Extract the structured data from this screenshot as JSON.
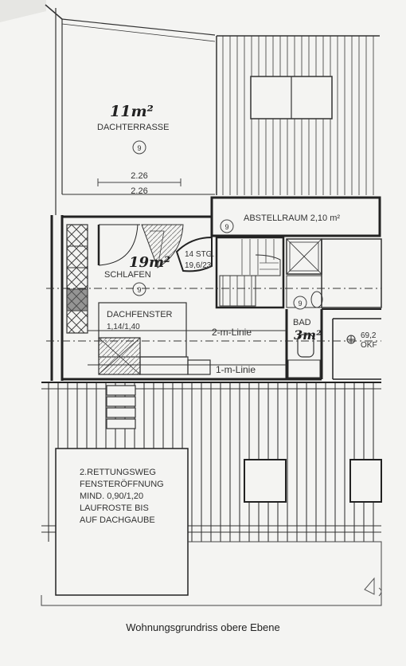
{
  "caption": "Wohnungsgrundriss obere Ebene",
  "rooms": {
    "terrace": {
      "area_hand": "11m²",
      "name": "DACHTERRASSE",
      "number": "9",
      "dim_top": "2.26",
      "dim_bottom": "2.26"
    },
    "storage": {
      "name": "ABSTELLRAUM 2,10 m²",
      "number": "9"
    },
    "stairs": {
      "label_line1": "14 STG.",
      "label_line2": "19,6/23"
    },
    "bedroom": {
      "area_hand": "19m²",
      "name": "SCHLAFEN",
      "number": "9"
    },
    "skylight": {
      "name": "DACHFENSTER",
      "size": "1,14/1,40"
    },
    "bath": {
      "name": "BAD",
      "area_hand": "3m²",
      "number": "9"
    },
    "lines": {
      "line_2m": "2-m-Linie",
      "line_1m": "1-m-Linie"
    },
    "level": {
      "value": "69,2",
      "code": "OKF"
    }
  },
  "escape_note": {
    "lines": [
      "2.RETTUNGSWEG",
      "FENSTERÖFFNUNG",
      "MIND. 0,90/1,20",
      "LAUFROSTE BIS",
      "AUF DACHGAUBE"
    ]
  }
}
